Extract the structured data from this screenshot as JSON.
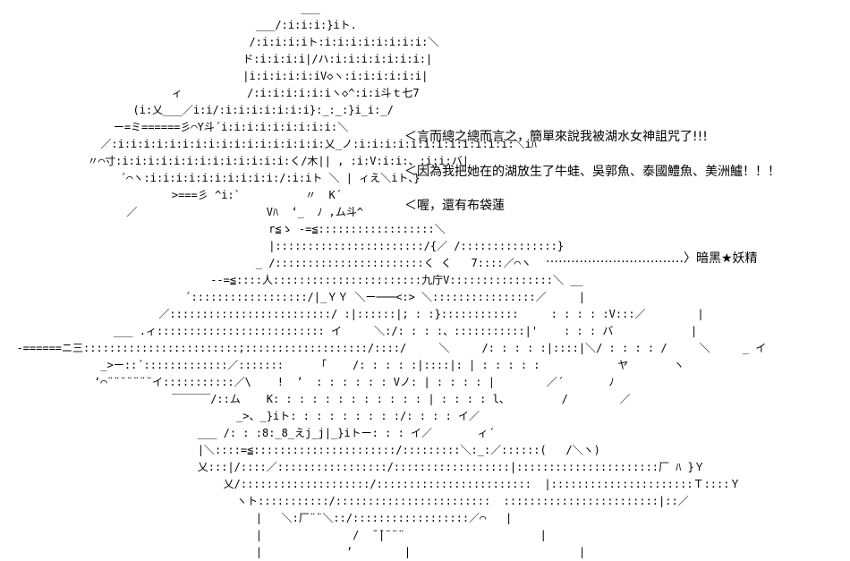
{
  "art_lines": [
    "                                              ___",
    "                                       ___/:i:i:i:}iト.",
    "                                      /:i:i:i:iト:i:i:i:i:i:i:i:i:＼",
    "                                     ド:i:i:i:i|/ハ:i:i:i:i:i:i:i:|",
    "                                     |i:i:i:i:i:iV◇ヽ:i:i:i:i:i:i|",
    "                          ィ          /:i:i:i:i:i:iヽ◇^:i:i斗ｔ七7",
    "                    (i:乂___／i:i/:i:i:i:i:i:i:i}:_:_:}i_i:_/",
    "                 ー=ミ======彡⌒Y斗´i:i:i:i:i:i:i:i:i:＼",
    "               ／:i:i:i:i:i:i:i:i:i:i:i:i:i:i:i:i:乂_ノ:i:i:i:i:i:i:i:i:i:i:i:i:＼iﾊ",
    "             〃⌒寸:i:i:i:i:i:i:i:i:i:i:i:i:i:く/木|| , :i:V:i:i:、:i:i:バ|",
    "                  ´⌒ヽ:i:i:i:i:i:i:i:i:i:i:/:i:iト ＼ | ィえ＼iト、}",
    "                          >===彡 ^i:`          〃  K´",
    "                   ／                    Vﾊ  ‘_  ﾉ ,ム斗^",
    "                                         r≦ゝ -=≦::::::::::::::::::＼",
    "                                         |:::::::::::::::::::::::/{／ /:::::::::::::::}",
    "                                       _ /:::::::::::::::::::::::く く   7::::／⌒ヽ",
    "                                --=≦::::人:::::::::::::::::::::::九庁V::::::::::::::::＼ __",
    "                            ´::::::::::::::::::/|_ＹＹ ＼ー───<:> ＼::::::::::::::::／     |",
    "                        ／:::::::::::::::::::::::::/ :|::::::|; : :}::::::::::::     : : : : :V:::／        |",
    "                 ___ .ィ:::::::::::::::::::::::::: イ     ＼:/: : : :、:::::::::::|'    : : : バ            |",
    "  -======ニ三::::::::::::::::::::::::;:::::::::::::::::::/::::/     ＼     /: : : : :|::::|＼/ : : : : /     ＼     _ イ",
    "               _>ー::´:::::::::::::／:::::::     「    /: : : : :|::::|: | : : : : :            ヤ       ヽ",
    "              ‘⌒¨¨¨¨¨¨¨イ:::::::::::／\\    !  ’  : : : : : : Vノ: | : : : : |        ／´       ﾉ",
    "                          ‾‾‾‾‾‾/::ム    K: : : : : : : : : : : : | : : : : l、        /        ／",
    "                                    _>、_}iト: : : : : : : : :/: : : : イ／",
    "                              ___ /: : :8:_8_えj_j|_}iトー: : : イ／       ィ´",
    "                              |＼::::=≦::::::::::::::::::::::/:::::::::＼:_:／::::::(   /＼ヽ)",
    "                              乂:::|/::::／:::::::::::::::::/::::::::::::::::::|::::::::::::::::::::::厂 ﾊ }Ｙ",
    "                                  乂/::::::::::::::::::::/::::::::::::::::::::::::  |::::::::::::::::::::::Ｔ::::Ｙ",
    "                                    ヽト:::::::::::/::::::::::::::::::::::::  ::::::::::::::::::::::::|::／",
    "                                       |   ＼:厂¨¨＼::/::::::::::::::::::／⌒   |",
    "                                       |              /  ̄ ̄|¨¨¨                     |",
    "                                       |             ’        |                          |"
  ],
  "dialogue": {
    "line1": "＜言而總之總而言之，簡單來說我被湖水女神詛咒了!!!",
    "line2": "＜因為我把她在的湖放生了牛蛙、吳郭魚、泰國鱧魚、美洲鱸！！！",
    "line3": "＜喔，還有布袋蓮",
    "label": "……………………………〉暗黑★妖精"
  }
}
